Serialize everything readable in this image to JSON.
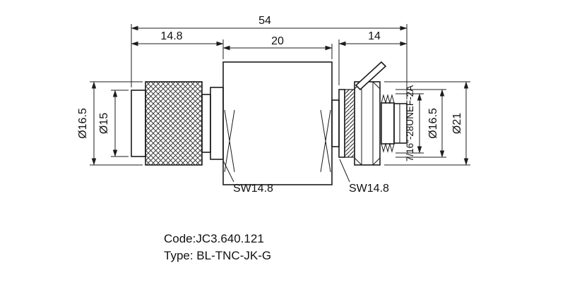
{
  "colors": {
    "ink": "#1c1c1c",
    "background": "#ffffff"
  },
  "dimensions": {
    "overall_length": "54",
    "coupling_length": "14.8",
    "body_length": "20",
    "rear_length": "14",
    "knurl_diameter": "Ø16.5",
    "coupling_diameter": "Ø15",
    "thread_spec": "7/16\"-28UNEF-2A",
    "rear_diameter": "Ø16.5",
    "nut_diameter": "Ø21",
    "wrench_size_left": "SW14.8",
    "wrench_size_right": "SW14.8"
  },
  "notes": {
    "code": "Code:JC3.640.121",
    "type": "Type: BL-TNC-JK-G"
  }
}
